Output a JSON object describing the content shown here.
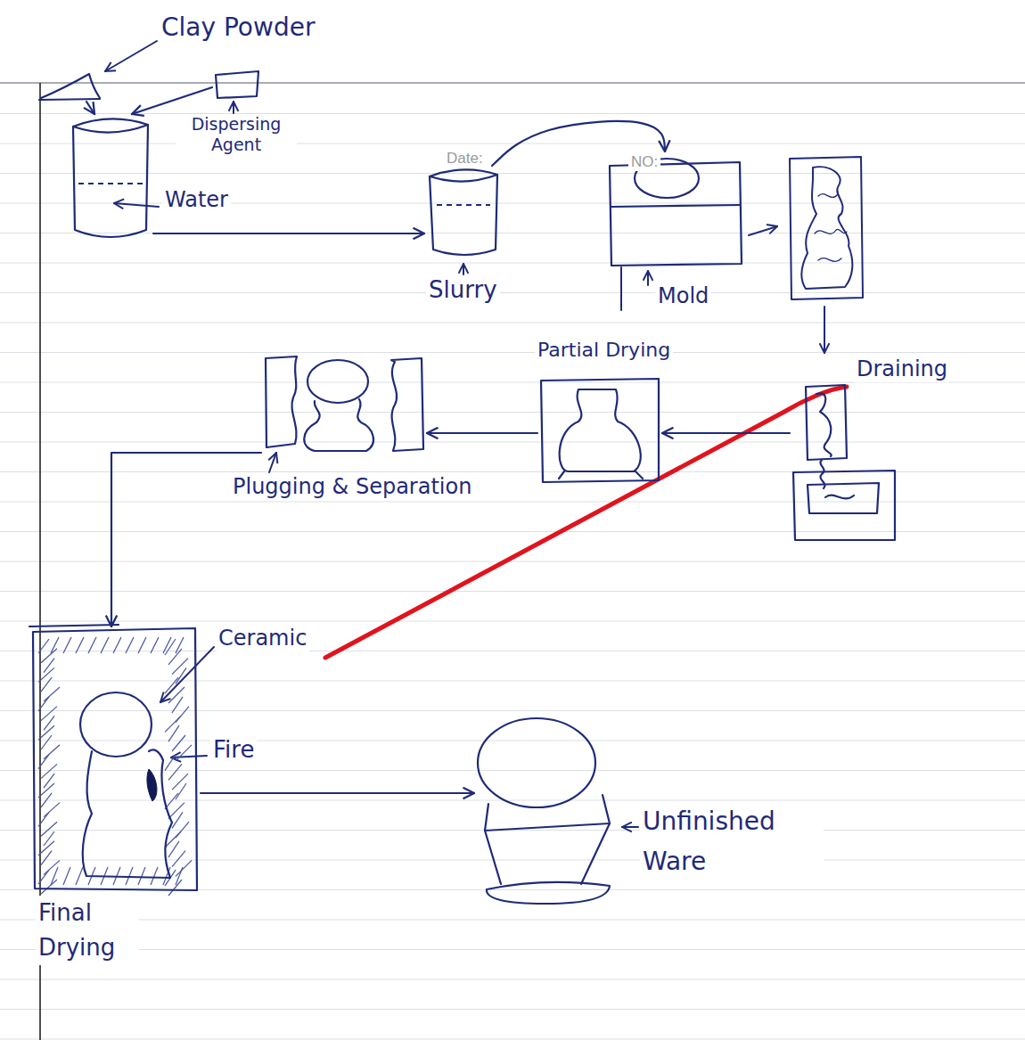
{
  "diagram": {
    "nodes": [
      {
        "text": [
          "Clay Powder"
        ]
      },
      {
        "text": [
          "Dispersing Agent"
        ]
      },
      {
        "text": [
          "Water"
        ]
      },
      {
        "text": [
          "Slurry"
        ]
      },
      {
        "text": [
          "Mold"
        ]
      },
      {
        "text": [
          "Draining"
        ]
      },
      {
        "text": [
          "Partial Drying"
        ]
      },
      {
        "text": [
          "Plugging & Separation"
        ]
      },
      {
        "text": [
          "Ceramic",
          "Fire",
          "Final Drying"
        ]
      },
      {
        "text": [
          "Unfinished Ware"
        ]
      }
    ],
    "edges": [
      {
        "from": 0,
        "to": 2,
        "arrow": "to"
      },
      {
        "from": 1,
        "to": 2,
        "arrow": "to"
      },
      {
        "from": 2,
        "to": 3,
        "arrow": "to"
      },
      {
        "from": 3,
        "to": 4,
        "arrow": "to"
      },
      {
        "from": 5,
        "to": 6,
        "arrow": "to"
      },
      {
        "from": 6,
        "to": 7,
        "arrow": "to"
      },
      {
        "from": 7,
        "to": 8,
        "arrow": "to"
      },
      {
        "from": 8,
        "to": 9,
        "arrow": "to"
      }
    ],
    "labels": [
      "Date:",
      "NO:"
    ]
  }
}
